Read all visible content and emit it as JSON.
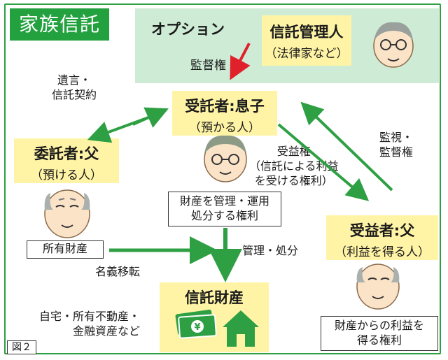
{
  "title": "家族信託",
  "option": {
    "label": "オプション",
    "manager_title": "信託管理人",
    "manager_sub": "（法律家など）",
    "supervision_label": "監督権"
  },
  "trustee": {
    "title": "受託者:息子",
    "sub": "（預かる人）"
  },
  "settlor": {
    "title": "委託者:父",
    "sub": "（預ける人）"
  },
  "beneficiary": {
    "title": "受益者:父",
    "sub": "（利益を得る人）"
  },
  "trust_property": {
    "title": "信託財産"
  },
  "labels": {
    "will_contract": [
      "遺言・",
      "信託契約"
    ],
    "beneficial_right": [
      "受益権",
      "（信託による利益",
      "を受ける権利）"
    ],
    "monitor": [
      "監視・",
      "監督権"
    ],
    "trustee_right": [
      "財産を管理・運用",
      "処分する権利"
    ],
    "owned_property": "所有財産",
    "title_transfer": "名義移転",
    "manage_dispose": "管理・処分",
    "assets": [
      "自宅・所有不動産・",
      "金融資産など"
    ],
    "benefit_right": [
      "財産からの利益を",
      "得る権利"
    ],
    "figure_no": "図２"
  },
  "colors": {
    "green": "#2ea043",
    "red": "#e0202a",
    "yellow": "#fff4a6",
    "panel": "#cdebd5"
  }
}
